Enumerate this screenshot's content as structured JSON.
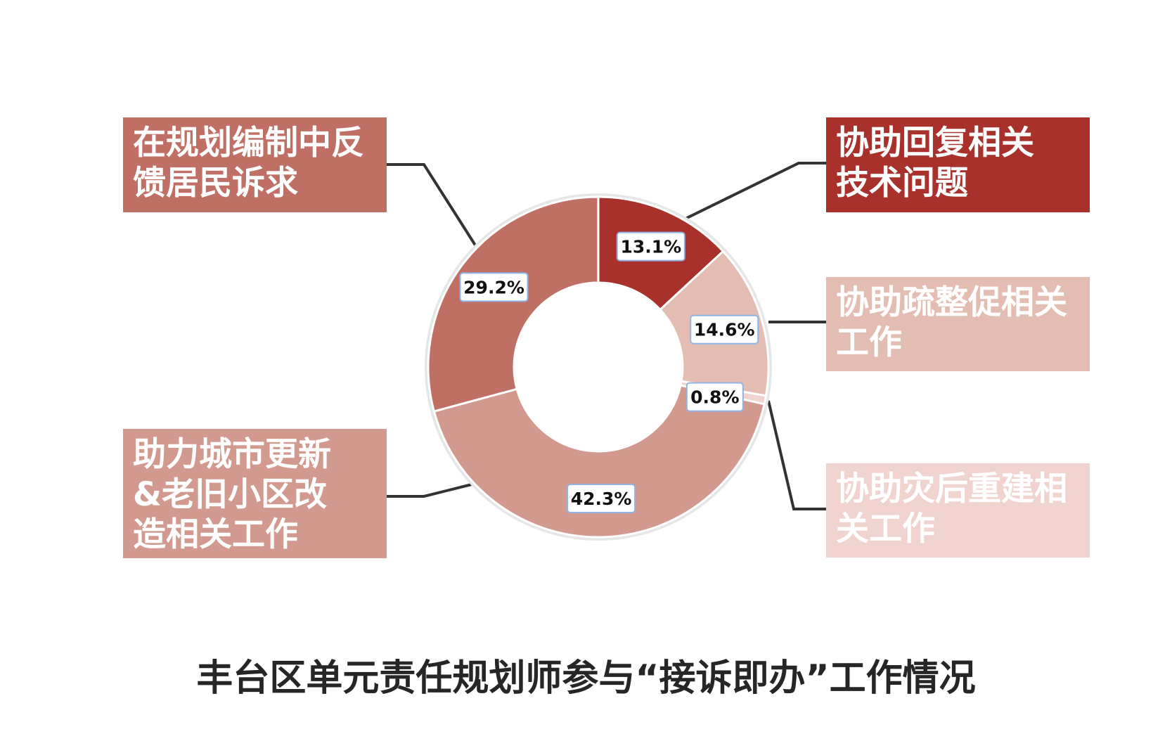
{
  "chart_data": {
    "type": "pie",
    "title": "丰台区单元责任规划师参与“接诉即办”工作情况",
    "donut": true,
    "start_angle_deg": 0,
    "direction": "clockwise",
    "slices": [
      {
        "label": "协助回复相关技术问题",
        "label_lines": [
          "协助回复相关",
          "技术问题"
        ],
        "value": 13.1,
        "value_label": "13.1%",
        "color": "#A8322B"
      },
      {
        "label": "协助疏整促相关工作",
        "label_lines": [
          "协助疏整促相关",
          "工作"
        ],
        "value": 14.6,
        "value_label": "14.6%",
        "color": "#E3BDB1"
      },
      {
        "label": "协助灾后重建相关工作",
        "label_lines": [
          "协助灾后重建相",
          "关工作"
        ],
        "value": 0.8,
        "value_label": "0.8%",
        "color": "#F0D3CF"
      },
      {
        "label": "助力城市更新&老旧小区改造相关工作",
        "label_lines": [
          "助力城市更新",
          "&老旧小区改",
          "造相关工作"
        ],
        "value": 42.3,
        "value_label": "42.3%",
        "color": "#D29A8E"
      },
      {
        "label": "在规划编制中反馈居民诉求",
        "label_lines": [
          "在规划编制中反",
          "馈居民诉求"
        ],
        "value": 29.2,
        "value_label": "29.2%",
        "color": "#C06F64"
      }
    ]
  }
}
